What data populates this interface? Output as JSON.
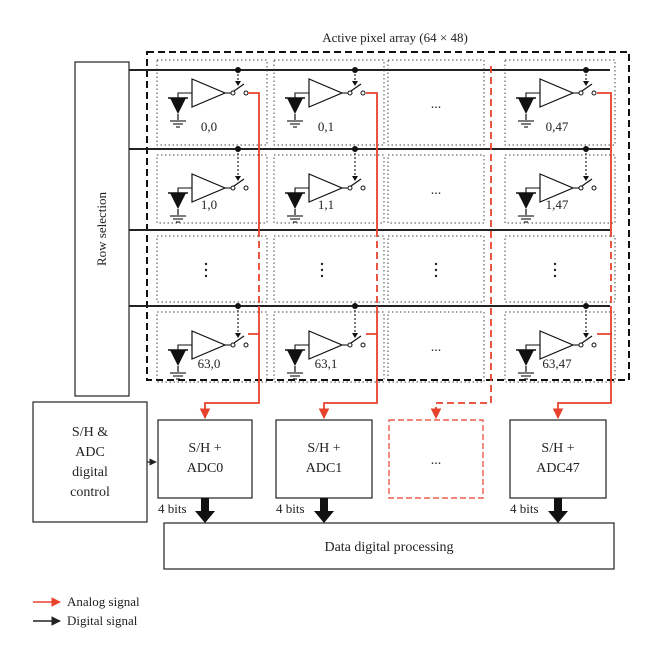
{
  "array_title": "Active pixel array (64 × 48)",
  "row_selection_label": "Row selection",
  "control_block": {
    "lines": [
      "S/H &",
      "ADC",
      "digital",
      "control"
    ]
  },
  "ellipsis": "...",
  "pixel_labels": {
    "r0": [
      "0,0",
      "0,1",
      "0,47"
    ],
    "r1": [
      "1,0",
      "1,1",
      "1,47"
    ],
    "r3": [
      "63,0",
      "63,1",
      "63,47"
    ]
  },
  "adc_blocks": [
    {
      "line1": "S/H +",
      "line2": "ADC0"
    },
    {
      "line1": "S/H +",
      "line2": "ADC1"
    },
    {
      "line1": "S/H +",
      "line2": "ADC47"
    }
  ],
  "bits_label": "4 bits",
  "processing_label": "Data digital processing",
  "legend": {
    "analog": "Analog signal",
    "digital": "Digital signal"
  },
  "colors": {
    "analog": "#e8412c",
    "digital": "#222222"
  }
}
